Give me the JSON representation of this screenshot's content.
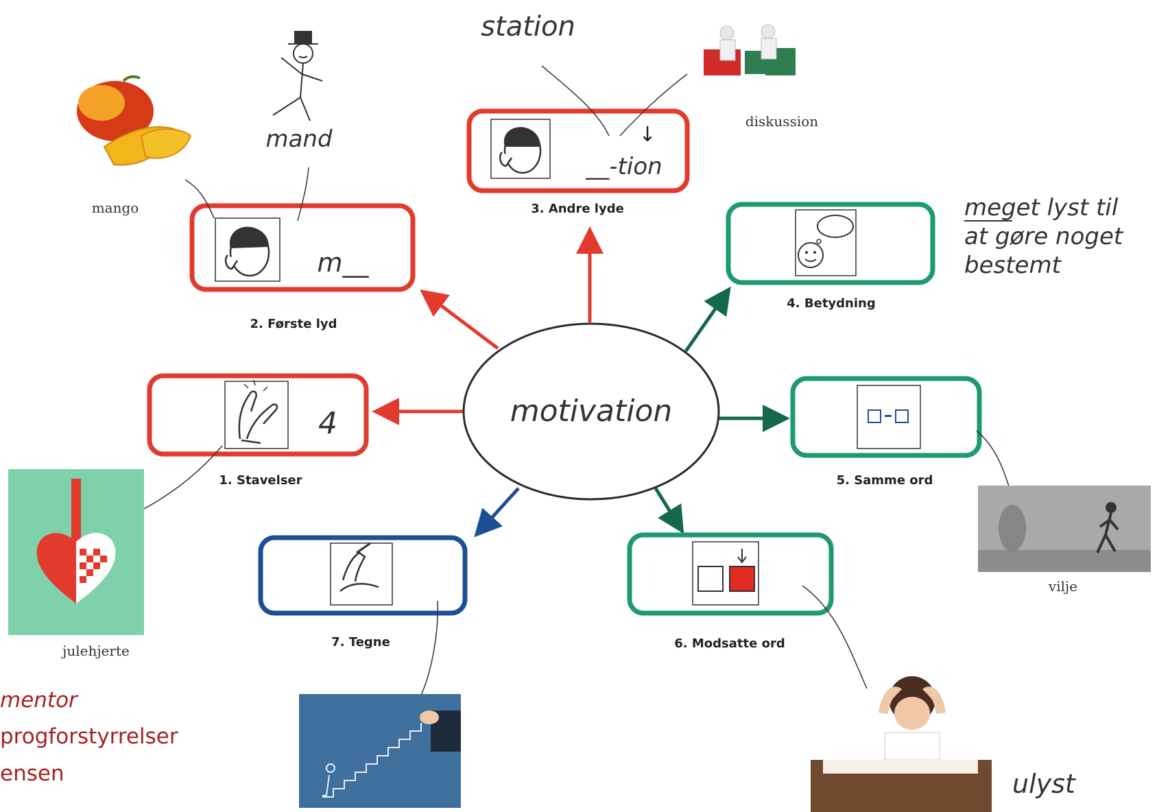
{
  "center": {
    "text": "motivation"
  },
  "boxes": [
    {
      "label": "1. Stavelser",
      "content": "4"
    },
    {
      "label": "2. Første lyd",
      "content": "m__"
    },
    {
      "label": "3. Andre lyde",
      "content": "__-tion"
    },
    {
      "label": "4. Betydning"
    },
    {
      "label": "5. Samme ord"
    },
    {
      "label": "6. Modsatte ord"
    },
    {
      "label": "7. Tegne"
    }
  ],
  "examples": {
    "mango": "mango",
    "mand": "mand",
    "station": "station",
    "diskussion": "diskussion",
    "betydning_note": [
      "meget lyst til",
      "at gøre noget",
      "bestemt"
    ],
    "vilje": "vilje",
    "julehjerte": "julehjerte",
    "ulyst": "ulyst"
  },
  "credit": [
    "mentor",
    "progforstyrrelser",
    "ensen"
  ],
  "colors": {
    "red": "#e23b2e",
    "green": "#1f9a6a",
    "dark_green": "#13684e",
    "blue": "#1c4f93",
    "credit_red": "#a52222"
  }
}
